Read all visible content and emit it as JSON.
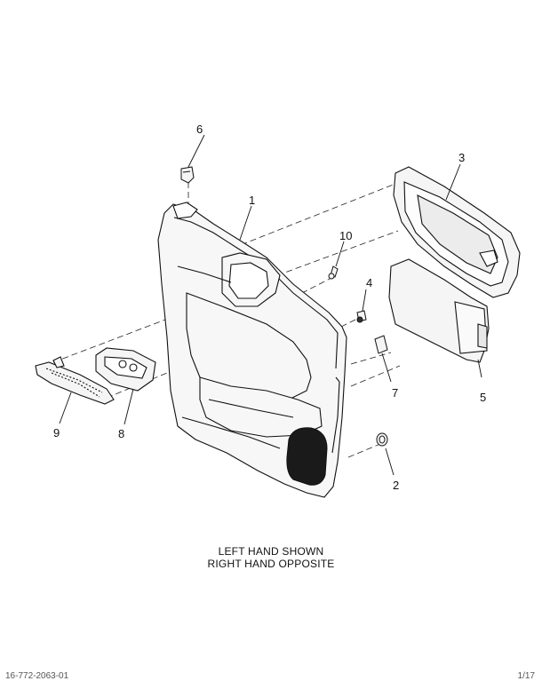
{
  "callouts": {
    "c1": "1",
    "c2": "2",
    "c3": "3",
    "c4": "4",
    "c5": "5",
    "c6": "6",
    "c7": "7",
    "c8": "8",
    "c9": "9",
    "c10": "10"
  },
  "caption": {
    "line1": "LEFT HAND SHOWN",
    "line2": "RIGHT HAND OPPOSITE"
  },
  "footer": {
    "left": "16-772-2063-01",
    "right": "1/17"
  },
  "colors": {
    "line": "#111111",
    "fill": "#f7f7f7",
    "speaker": "#1a1a1a"
  }
}
